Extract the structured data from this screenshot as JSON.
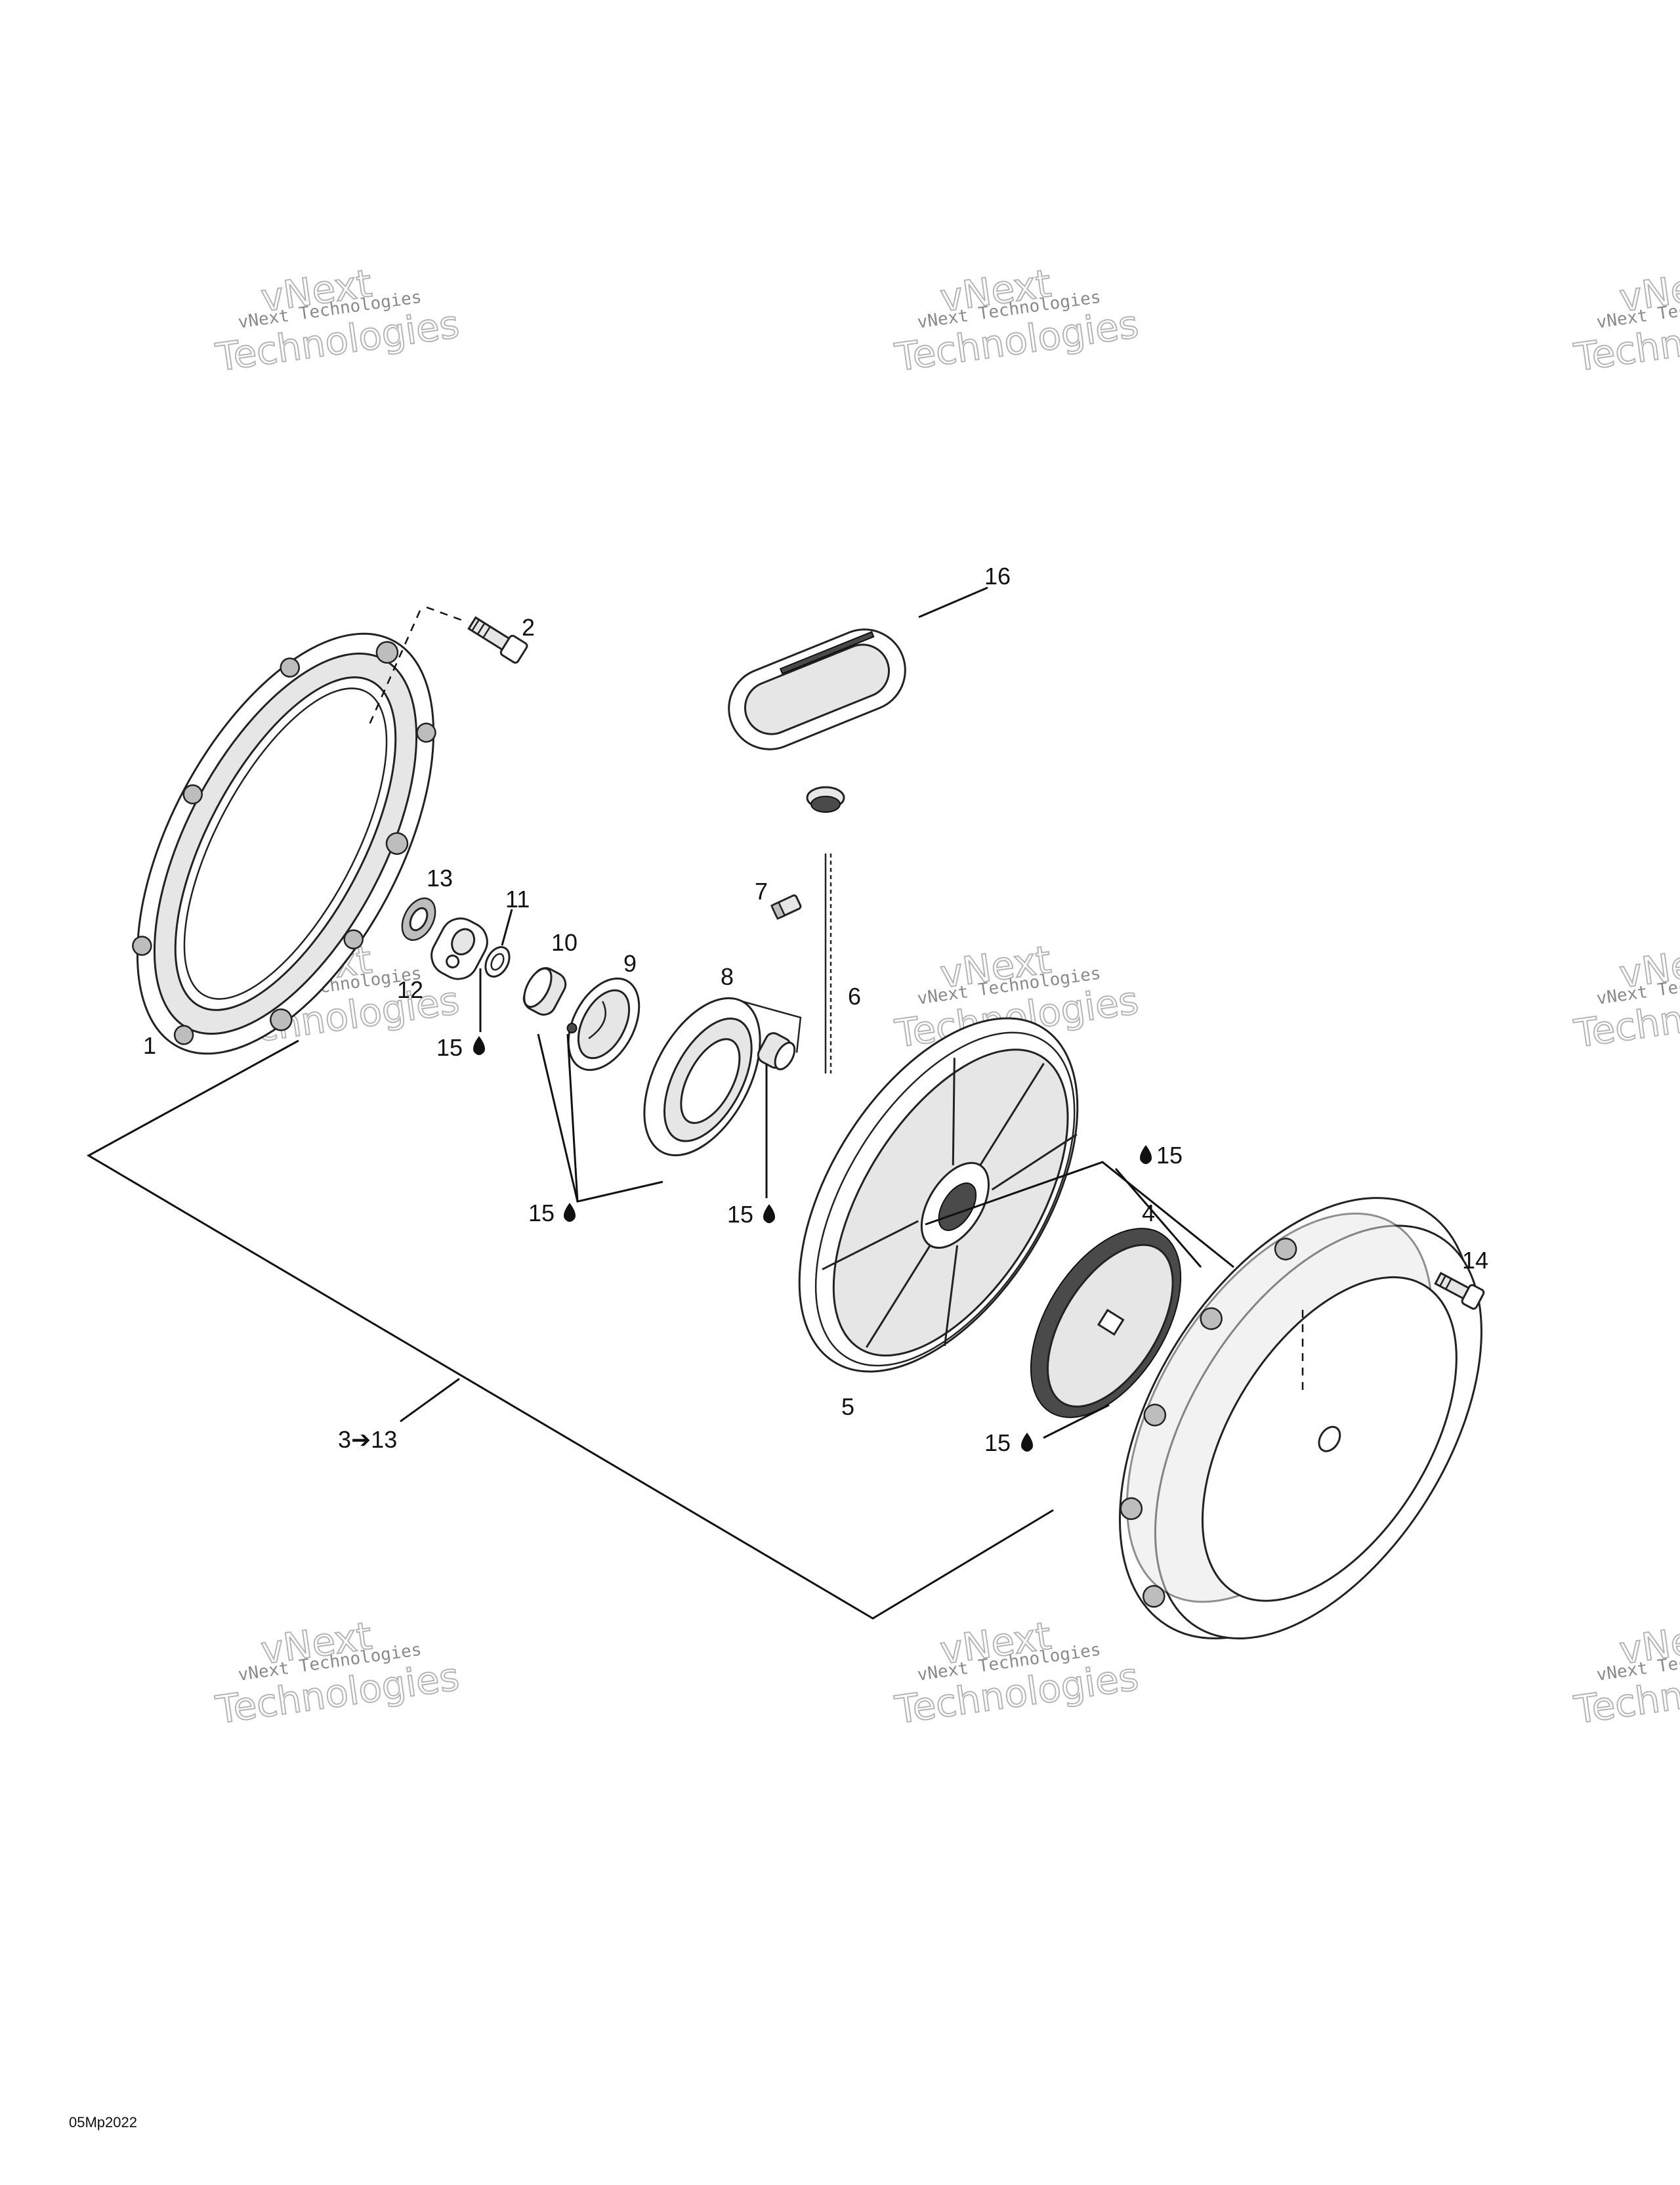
{
  "watermark": {
    "line1": "vNext",
    "line2": "Technologies",
    "line3": "vNext Technologies"
  },
  "callouts": {
    "c1": "1",
    "c2": "2",
    "c3_13": "3➔13",
    "c4": "4",
    "c5": "5",
    "c6": "6",
    "c7": "7",
    "c8": "8",
    "c9": "9",
    "c10": "10",
    "c11": "11",
    "c12": "12",
    "c13": "13",
    "c14": "14",
    "c15": "15",
    "c16": "16"
  },
  "drawing_code": "05Mp2022"
}
